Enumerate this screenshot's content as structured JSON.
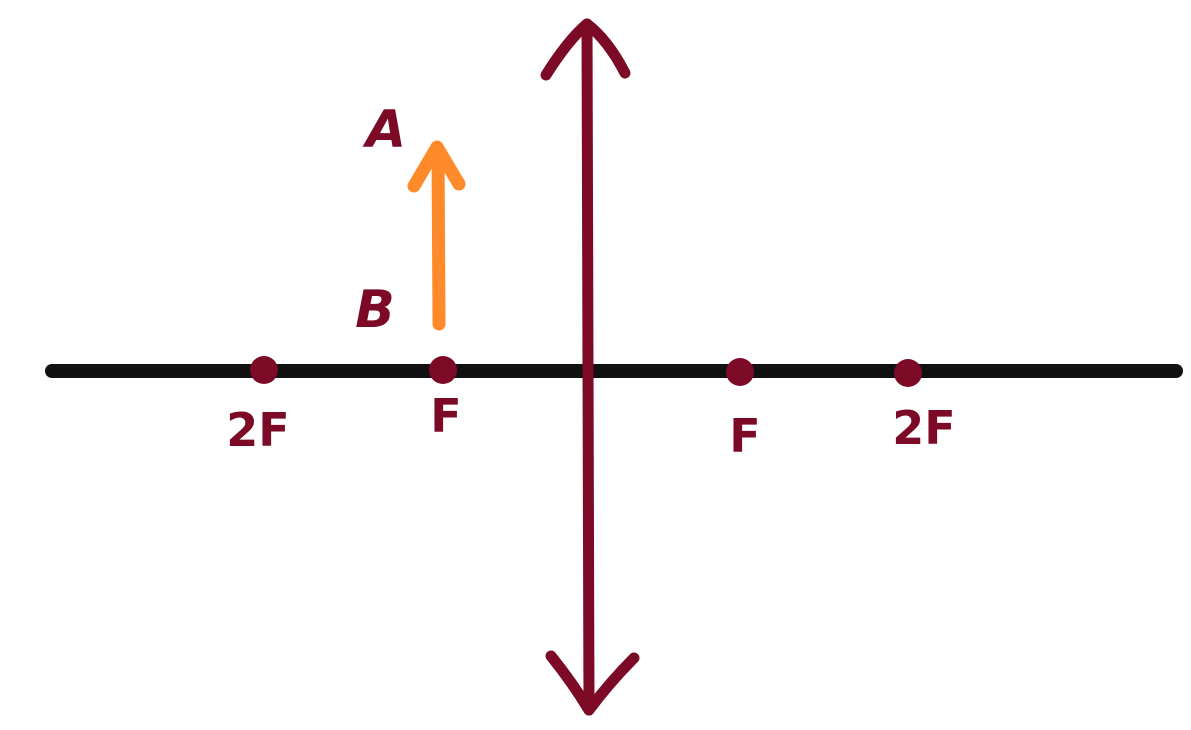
{
  "colors": {
    "axis": "#111111",
    "lens": "#7c0a26",
    "object": "#ff8a2a",
    "focal_point": "#7c0a26",
    "label": "#7c0a26"
  },
  "labels": {
    "left_2f": "2F",
    "left_f": "F",
    "right_f": "F",
    "right_2f": "2F",
    "object_top": "A",
    "object_base": "B"
  }
}
